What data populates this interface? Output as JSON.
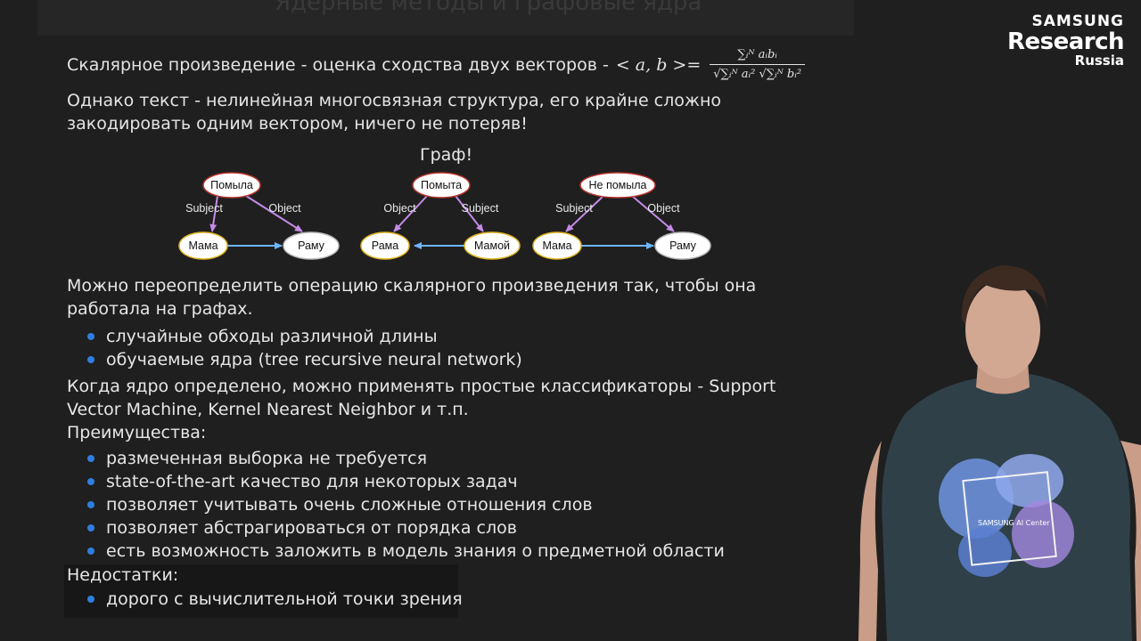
{
  "slide": {
    "title": "Ядерные методы и графовые ядра",
    "logo": {
      "line1": "SAMSUNG",
      "line2": "Research",
      "line3": "Russia"
    },
    "formula_text": "Скалярное произведение - оценка сходства двух векторов -",
    "formula_lhs": "< a, b >=",
    "formula_num": "∑ᵢᴺ aᵢbᵢ",
    "formula_den": "√∑ᵢᴺ aᵢ² √∑ᵢᴺ bᵢ²",
    "para2": "Однако текст - нелинейная многосвязная структура, его крайне сложно закодировать одним вектором, ничего не потеряв!",
    "graph_title": "Граф!",
    "graphs": [
      {
        "top": "Помыла",
        "left": "Мама",
        "right": "Раму",
        "left_edge": "Subject",
        "right_edge": "Object",
        "arrow": "right"
      },
      {
        "top": "Помыта",
        "left": "Рама",
        "right": "Мамой",
        "left_edge": "Object",
        "right_edge": "Subject",
        "arrow": "left"
      },
      {
        "top": "Не помыла",
        "left": "Мама",
        "right": "Раму",
        "left_edge": "Subject",
        "right_edge": "Object",
        "arrow": "right"
      }
    ],
    "para3": "Можно переопределить операцию скалярного произведения так, чтобы она работала на графах.",
    "bullets1": [
      "случайные обходы различной длины",
      "обучаемые ядра (tree recursive neural network)"
    ],
    "para4": "Когда ядро определено, можно применять простые классификаторы - Support Vector Machine, Kernel Nearest Neighbor и т.п.",
    "advantages_label": "Преимущества:",
    "bullets2": [
      "размеченная выборка не требуется",
      "state-of-the-art качество для некоторых задач",
      "позволяет учитывать очень сложные отношения слов",
      "позволяет абстрагироваться от порядка слов",
      "есть возможность заложить в модель знания о предметной области"
    ],
    "disadvantages_label": "Недостатки:",
    "bullets3": [
      "дорого с вычислительной точки зрения"
    ],
    "shirt_text": "SAMSUNG AI Center"
  },
  "colors": {
    "background": "#1f1f1f",
    "bullet": "#2e7fe0",
    "arrow_subject_object": "#c58be8",
    "arrow_horizontal": "#6fb6ff",
    "node_top_border": "#b5322b",
    "node_bottom_border": "#e0b422"
  }
}
